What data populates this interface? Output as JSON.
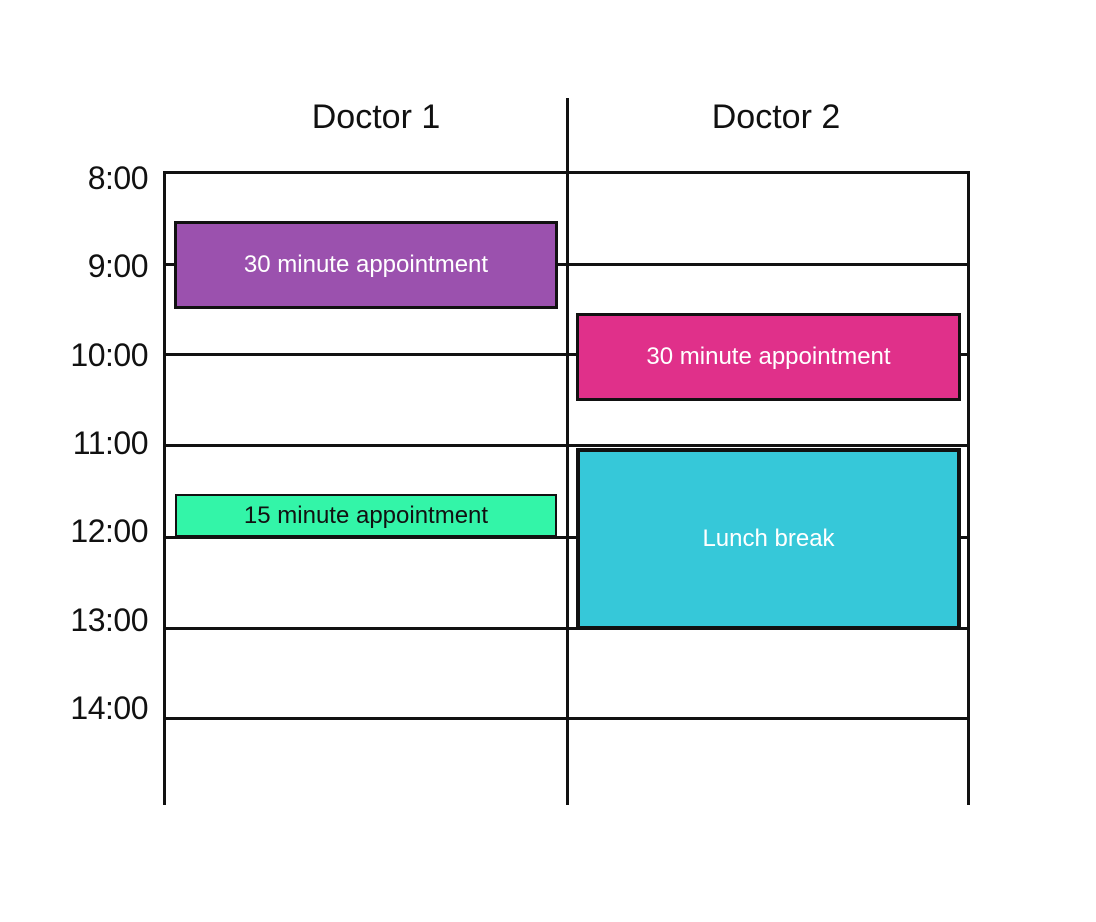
{
  "columns": [
    {
      "label": "Doctor 1"
    },
    {
      "label": "Doctor 2"
    }
  ],
  "times": [
    "8:00",
    "9:00",
    "10:00",
    "11:00",
    "12:00",
    "13:00",
    "14:00"
  ],
  "appointments": [
    {
      "doctor": "Doctor 1",
      "label": "30 minute appointment",
      "color": "#9b51ae"
    },
    {
      "doctor": "Doctor 2",
      "label": "30 minute appointment",
      "color": "#e0308a"
    },
    {
      "doctor": "Doctor 1",
      "label": "15 minute appointment",
      "color": "#33f5a8"
    },
    {
      "doctor": "Doctor 2",
      "label": "Lunch break",
      "color": "#36c8d9"
    }
  ]
}
